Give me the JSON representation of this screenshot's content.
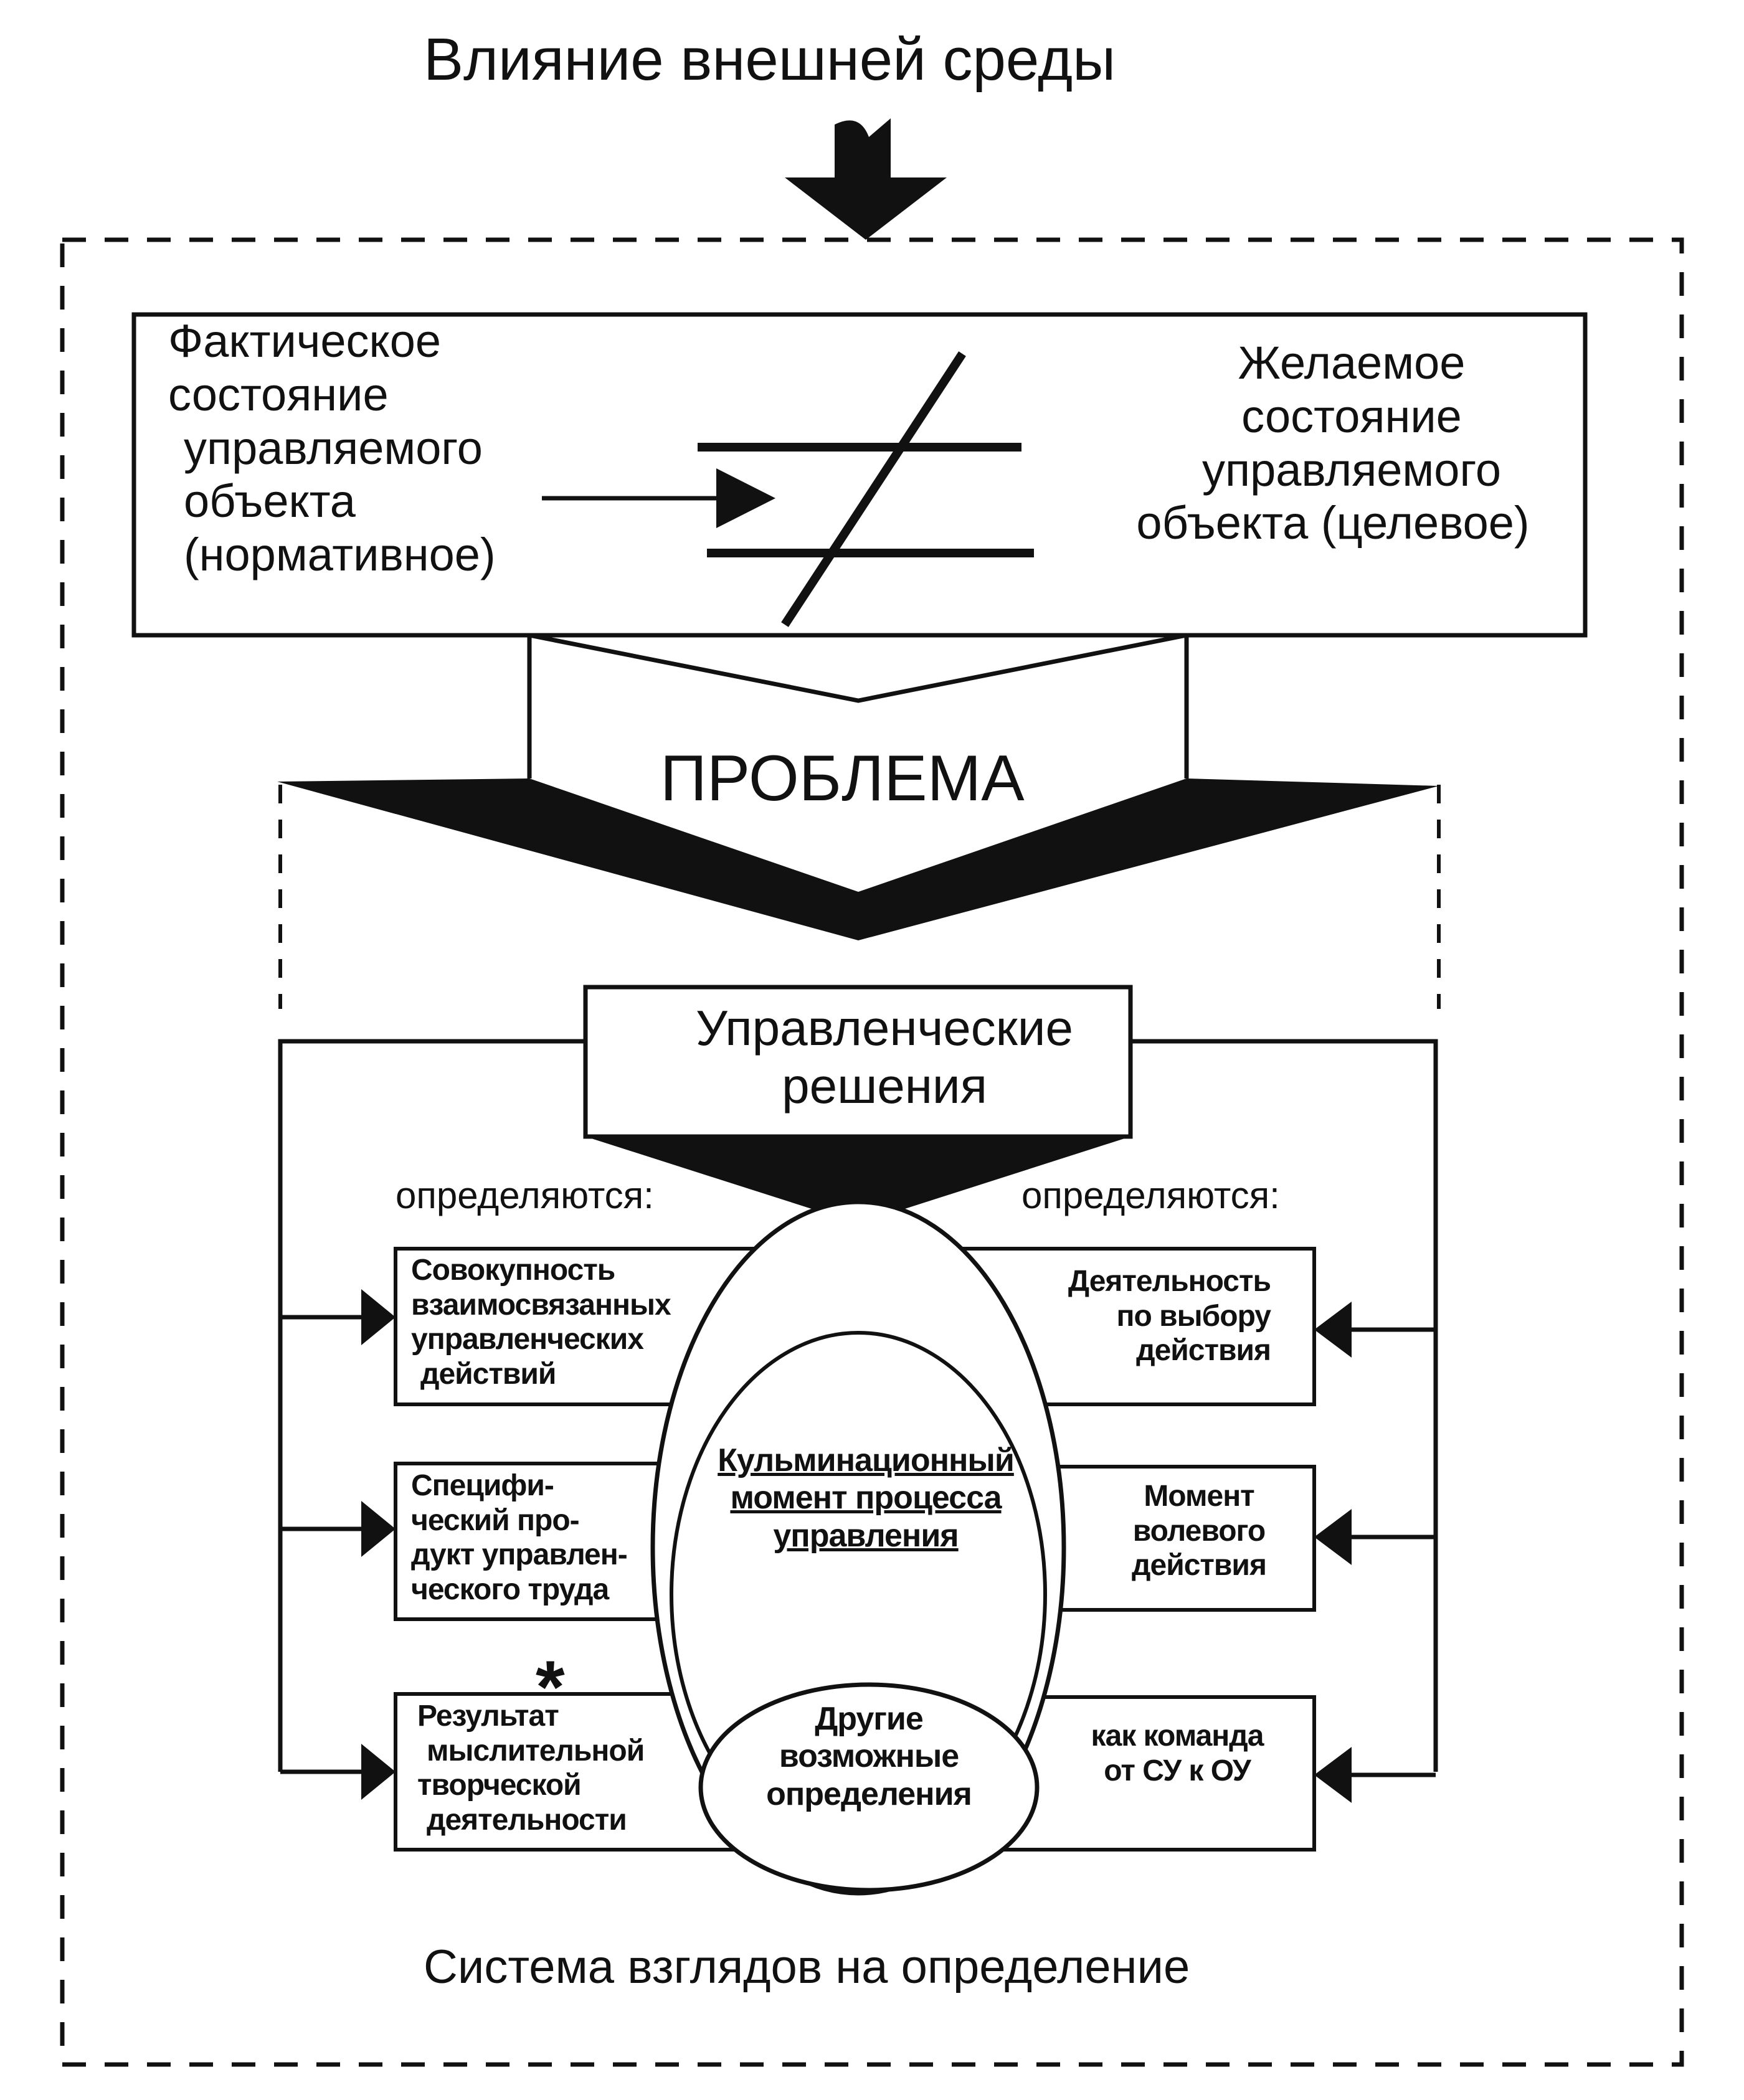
{
  "diagram": {
    "top_label": "Влияние внешней среды",
    "fact_state_lines": [
      "Фактическое",
      "состояние",
      "управляемого",
      "объекта",
      "(нормативное)"
    ],
    "desired_state_lines": [
      "Желаемое",
      "состояние",
      "управляемого",
      "объекта (целевое)"
    ],
    "problem_label": "ПРОБЛЕМА",
    "mgmt_decisions_lines": [
      "Управленческие",
      "решения"
    ],
    "left_defined_label": "определяются:",
    "right_defined_label": "определяются:",
    "left_boxes": [
      {
        "lines": [
          "Совокупность",
          "взаимосвязанных",
          "управленческих",
          "действий"
        ]
      },
      {
        "lines": [
          "Специфи-",
          "ческий про-",
          "дукт управлен-",
          "ческого труда"
        ]
      },
      {
        "lines": [
          "Результат",
          "мыслительной",
          "творческой",
          "деятельности"
        ]
      }
    ],
    "right_boxes": [
      {
        "lines": [
          "Деятельность",
          "по выбору",
          "действия"
        ]
      },
      {
        "lines": [
          "Момент",
          "волевого",
          "действия"
        ]
      },
      {
        "lines": [
          "как команда",
          "от СУ к ОУ"
        ]
      }
    ],
    "ellipse_center_lines": [
      "Кульминационный",
      "момент процесса",
      "управления"
    ],
    "ellipse_bottom_lines": [
      "Другие",
      "возможные",
      "определения"
    ],
    "asterisk": "*",
    "footer_label": "Система взглядов на определение"
  }
}
